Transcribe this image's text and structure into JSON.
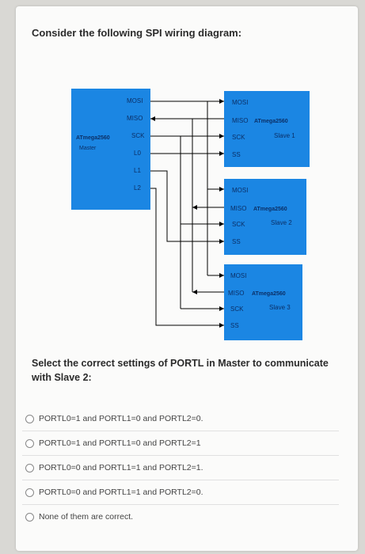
{
  "question": "Consider the following SPI wiring diagram:",
  "prompt": "Select the correct settings of PORTL in Master to communicate with Slave 2:",
  "diagram": {
    "master": {
      "name": "ATmega2560",
      "role": "Master",
      "pins": [
        "MOSI",
        "MISO",
        "SCK",
        "L0",
        "L1",
        "L2"
      ]
    },
    "slaves": [
      {
        "name": "ATmega2560",
        "role": "Slave 1",
        "pins": [
          "MOSI",
          "MISO",
          "SCK",
          "SS"
        ]
      },
      {
        "name": "ATmega2560",
        "role": "Slave 2",
        "pins": [
          "MOSI",
          "MISO",
          "SCK",
          "SS"
        ]
      },
      {
        "name": "ATmega2560",
        "role": "Slave 3",
        "pins": [
          "MOSI",
          "MISO",
          "SCK",
          "SS"
        ]
      }
    ],
    "colors": {
      "block": "#1b86e3",
      "wire": "#000000",
      "label": "#0b2f66"
    }
  },
  "options": [
    "PORTL0=1 and PORTL1=0 and PORTL2=0.",
    "PORTL0=1 and PORTL1=0 and PORTL2=1",
    "PORTL0=0 and PORTL1=1 and PORTL2=1.",
    "PORTL0=0 and PORTL1=1 and PORTL2=0.",
    "None of them are correct."
  ]
}
